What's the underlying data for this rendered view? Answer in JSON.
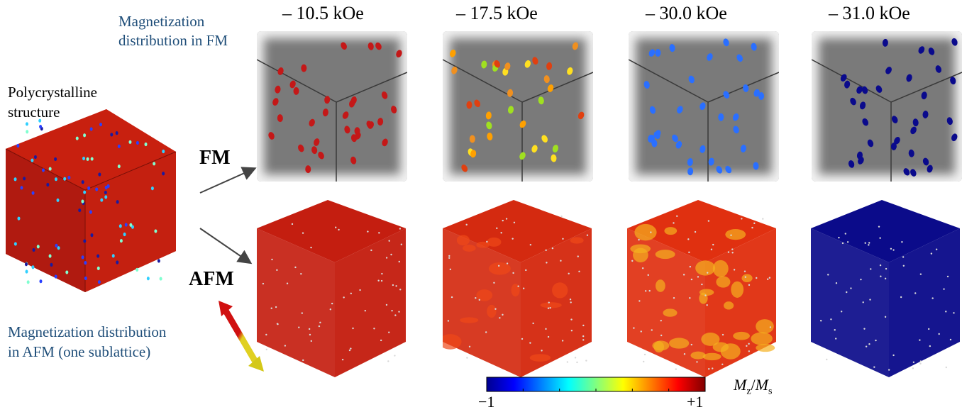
{
  "fields": [
    "– 10.5 kOe",
    "– 17.5 kOe",
    "– 30.0 kOe",
    "– 31.0 kOe"
  ],
  "labels": {
    "fm_distribution_line1": "Magnetization",
    "fm_distribution_line2": "distribution in FM",
    "poly_line1": "Polycrystalline",
    "poly_line2": "structure",
    "fm": "FM",
    "afm": "AFM",
    "afm_distribution_line1": "Magnetization distribution",
    "afm_distribution_line2": "in AFM (one sublattice)"
  },
  "colorbar": {
    "min_label": "−1",
    "max_label": "+1",
    "quantity": "M",
    "sub_num": "z",
    "sub_den": "s",
    "colors": [
      "#00008f",
      "#0000ff",
      "#0080ff",
      "#00ffff",
      "#80ff80",
      "#ffff00",
      "#ff8000",
      "#ff0000",
      "#800000"
    ]
  },
  "colors": {
    "fm_grain": [
      "#c41818",
      "#f0a020",
      "#2a6fff",
      "#0a0a8c"
    ],
    "afm_face": [
      "#c41e10",
      "#d42a10",
      "#e03010",
      "#0b0b8a"
    ],
    "text_blue": "#1f4e79"
  }
}
